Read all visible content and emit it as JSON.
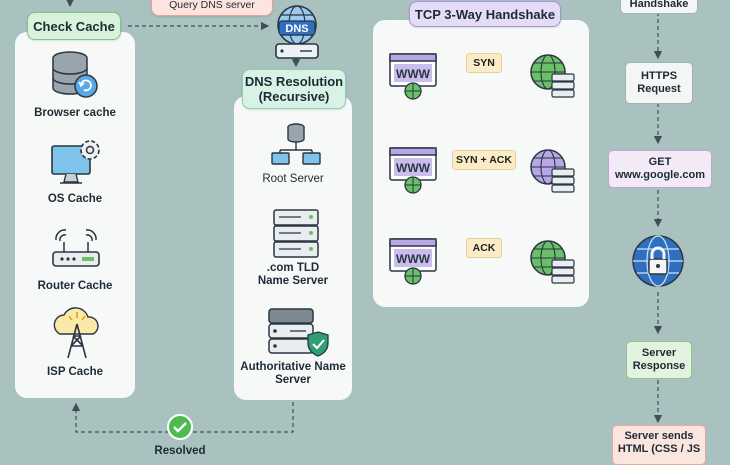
{
  "labels": {
    "check_cache": "Check Cache",
    "query_dns_server": "Query DNS server",
    "dns_icon_text": "DNS",
    "dns_resolution": "DNS Resolution\n(Recursive)",
    "tcp_handshake": "TCP 3-Way Handshake",
    "handshake_top": "Handshake"
  },
  "cache_items": [
    "Browser cache",
    "OS Cache",
    "Router Cache",
    "ISP Cache"
  ],
  "dns_items": [
    "Root Server",
    ".com TLD\nName Server",
    "Authoritative Name\nServer"
  ],
  "handshake_messages": [
    "SYN",
    "SYN + ACK",
    "ACK"
  ],
  "www_text": "WWW",
  "flow": {
    "https_request": "HTTPS\nRequest",
    "get_request": "GET\nwww.google.com",
    "server_response": "Server\nResponse",
    "server_sends": "Server sends\nHTML (CSS / JS"
  },
  "bottom_label": "Resolved",
  "colors": {
    "background": "#a9c2bf",
    "check_cache_pill": "#d9f2dc",
    "dns_resolution_pill": "#d9f2e6",
    "tcp_pill": "#e4dcf6",
    "message_box": "#fbecc8",
    "globe_green": "#5bb55a",
    "lock_blue": "#2f6fc0"
  }
}
